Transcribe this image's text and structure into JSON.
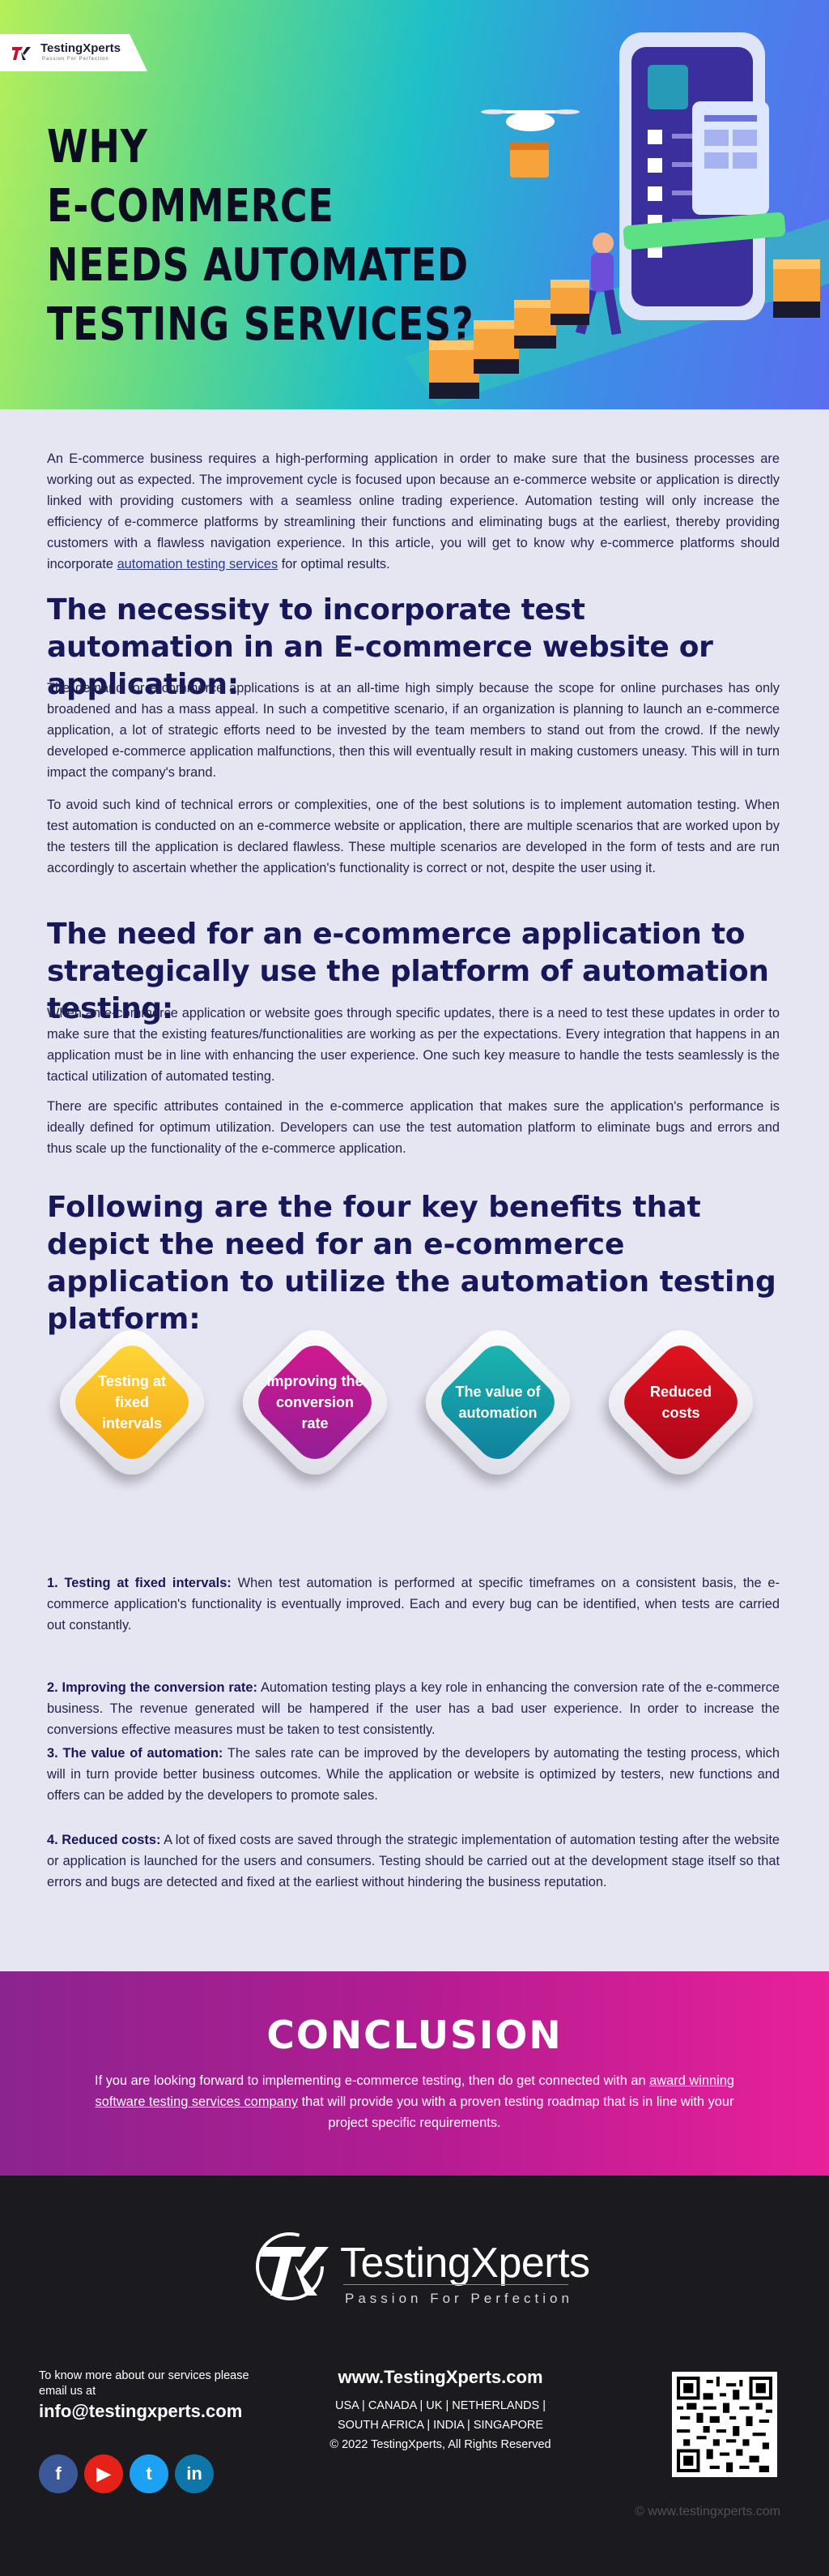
{
  "hero": {
    "logo_name": "TestingXperts",
    "logo_tagline": "Passion For Perfection",
    "title_lines": [
      "WHY",
      "E-COMMERCE",
      "NEEDS AUTOMATED",
      "TESTING SERVICES?"
    ]
  },
  "intro": {
    "text_before_link": "An E-commerce business requires a high-performing application in order to make sure that the business processes are working out as expected. The improvement cycle is focused upon because an e-commerce website or application is directly linked with providing customers with a seamless online trading experience. Automation testing will only increase the efficiency of e-commerce platforms by streamlining their functions and eliminating bugs at the earliest, thereby providing customers with a flawless navigation experience. In this article, you will get to know why e-commerce platforms should incorporate ",
    "link_text": "automation testing services",
    "text_after_link": " for optimal results."
  },
  "section1": {
    "heading": "The necessity to incorporate test automation in an E-commerce website or application:",
    "p1": "The demand for e-commerce applications is at an all-time high simply because the scope for online purchases has only broadened and has a mass appeal. In such a competitive scenario, if an organization is planning to launch an e-commerce application, a lot of strategic efforts need to be invested by the team members to stand out from the crowd. If the newly developed e-commerce application malfunctions, then this will eventually result in making customers uneasy. This will in turn impact the company's brand.",
    "p2": "To avoid such kind of technical errors or complexities, one of the best solutions is to implement automation testing. When test automation is conducted on an e-commerce website or application, there are multiple scenarios that are worked upon by the testers till the application is declared flawless. These multiple scenarios are developed in the form of tests and are run accordingly to ascertain whether the application's functionality is correct or not, despite the user using it."
  },
  "section2": {
    "heading": "The need for an e-commerce application to strategically use the platform of automation testing:",
    "p1": "When an e-commerce application or website goes through specific updates, there is a need to test these updates in order to make sure that the existing features/functionalities are working as per the expectations. Every integration that happens in an application must be in line with enhancing the user experience. One such key measure to handle the tests seamlessly is the tactical utilization of automated testing.",
    "p2": "There are specific attributes contained in the e-commerce application that makes sure the application's performance is ideally defined for optimum utilization. Developers can use the test automation platform to eliminate bugs and errors and thus scale up the functionality of the e-commerce application."
  },
  "section3": {
    "heading": "Following are the four key benefits that depict the need for an e-commerce application to utilize the automation testing platform:",
    "benefits": [
      {
        "label": "Testing at fixed intervals",
        "color_a": "#ffd93a",
        "color_b": "#f4a20f"
      },
      {
        "label": "Improving the conversion rate",
        "color_a": "#d6188f",
        "color_b": "#8e1f96"
      },
      {
        "label": "The value of automation",
        "color_a": "#1cb8b1",
        "color_b": "#0f7d9c"
      },
      {
        "label": "Reduced costs",
        "color_a": "#e5141f",
        "color_b": "#a8061a"
      }
    ]
  },
  "points": [
    {
      "title": "1. Testing at fixed intervals:",
      "text": " When test automation is performed at specific timeframes on a consistent basis, the e-commerce application's functionality is eventually improved. Each and every bug can be identified, when tests are carried out constantly."
    },
    {
      "title": "2. Improving the conversion rate:",
      "text": " Automation testing plays a key role in enhancing the conversion rate of the e-commerce business. The revenue generated will be hampered if the user has a bad user experience. In order to increase the conversions effective measures must be taken to test consistently."
    },
    {
      "title": "3. The value of automation:",
      "text": " The sales rate can be improved by the developers by automating the testing process, which will in turn provide better business outcomes. While the application or website is optimized by testers, new functions and offers can be added by the developers to promote sales."
    },
    {
      "title": "4. Reduced costs:",
      "text": " A lot of fixed costs are saved through the strategic implementation of automation testing after the website or application is launched for the users and consumers. Testing should be carried out at the development stage itself so that errors and bugs are detected and fixed at the earliest without hindering the business reputation."
    }
  ],
  "conclusion": {
    "title": "CONCLUSION",
    "text_before_link": "If you are looking forward to implementing e-commerce testing, then do get connected with an ",
    "link_text": "award winning software testing services company",
    "text_after_link": " that will provide you with a proven testing roadmap that is in line with your project specific requirements."
  },
  "footer": {
    "brand": "TestingXperts",
    "motto": "Passion For Perfection",
    "know_more": "To know more about our services please email us at",
    "email": "info@testingxperts.com",
    "website": "www.TestingXperts.com",
    "locations_1": "USA | CANADA | UK | NETHERLANDS |",
    "locations_2": "SOUTH AFRICA | INDIA | SINGAPORE",
    "copyright": "© 2022 TestingXperts, All Rights Reserved",
    "watermark": "© www.testingxperts.com",
    "socials": [
      {
        "icon": "facebook-icon",
        "glyph": "f",
        "color": "#3b5998"
      },
      {
        "icon": "youtube-icon",
        "glyph": "▶",
        "color": "#e62117"
      },
      {
        "icon": "twitter-icon",
        "glyph": "t",
        "color": "#1da1f2"
      },
      {
        "icon": "linkedin-icon",
        "glyph": "in",
        "color": "#0e76a8"
      }
    ]
  }
}
